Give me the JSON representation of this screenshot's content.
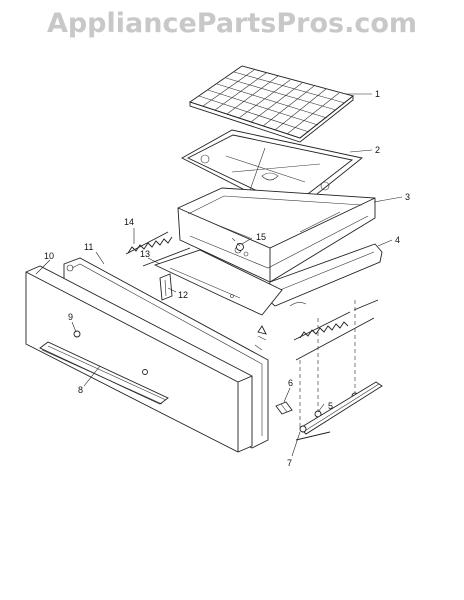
{
  "watermark": {
    "text": "AppliancePartsPros.com",
    "color": "#c8c8c8"
  },
  "callouts": {
    "c1": "1",
    "c2": "2",
    "c3": "3",
    "c4": "4",
    "c5": "5",
    "c6": "6",
    "c7": "7",
    "c8": "8",
    "c9": "9",
    "c10": "10",
    "c11": "11",
    "c12": "12",
    "c13": "13",
    "c14": "14",
    "c15": "15"
  }
}
